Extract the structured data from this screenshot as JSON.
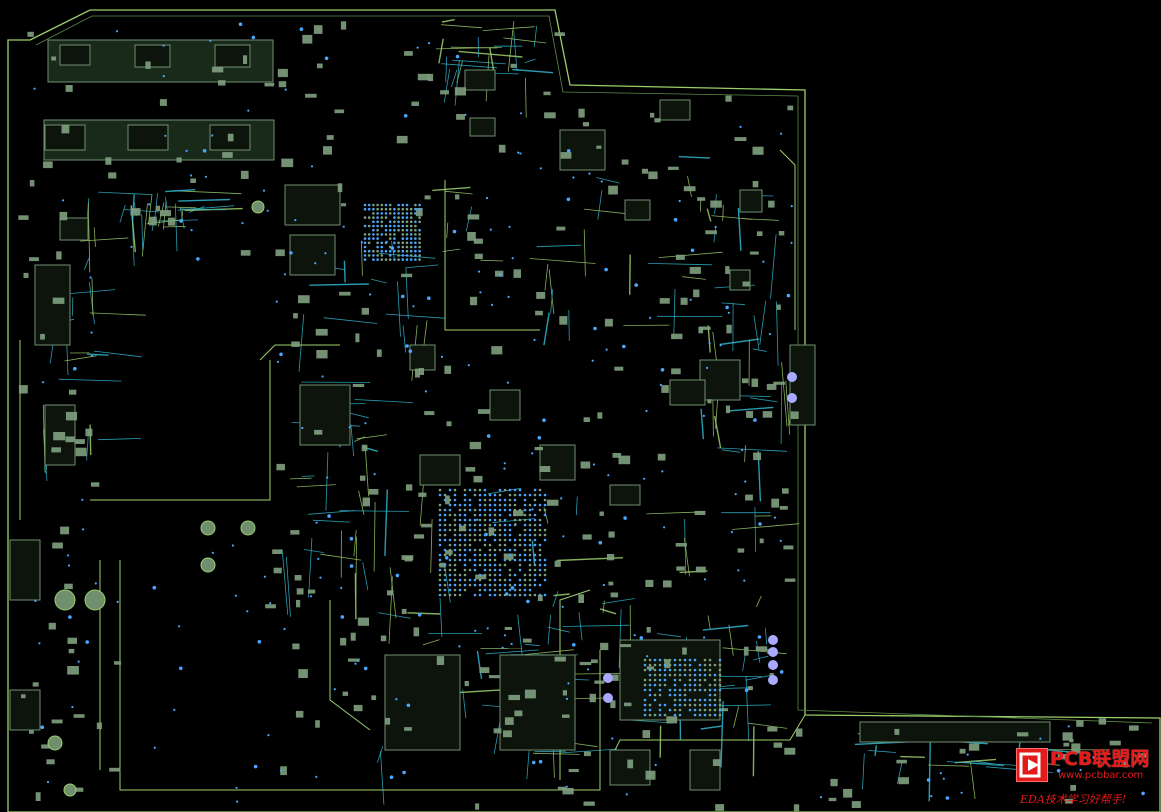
{
  "view": {
    "name": "pcb-layout-view",
    "background_color": "#000000",
    "board_outline_color": "#9ccf6b",
    "copper_color": "#6f8f6f",
    "pad_color": "#7fa07f",
    "trace_color": "#2fb6d0",
    "via_color": "#4aa6ff",
    "highlight_pad_color": "#a9a9ff"
  },
  "watermark": {
    "brand": "PCB联盟网",
    "url": "www.pcbbar.com",
    "slogan": "EDA技术学习好帮手!",
    "color": "#e21b1b",
    "icon": "pcbbar-logo-icon"
  }
}
